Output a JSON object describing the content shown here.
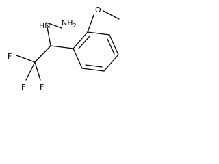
{
  "labels": {
    "hydrazine": "HN",
    "hydrazine_terminal": "NH",
    "hydrazine_sub": "2",
    "methoxy": "O",
    "fluorine_1": "F",
    "fluorine_2": "F",
    "fluorine_3": "F"
  },
  "colors": {
    "bond": "#000000",
    "text": "#000000",
    "background": "#ffffff"
  }
}
